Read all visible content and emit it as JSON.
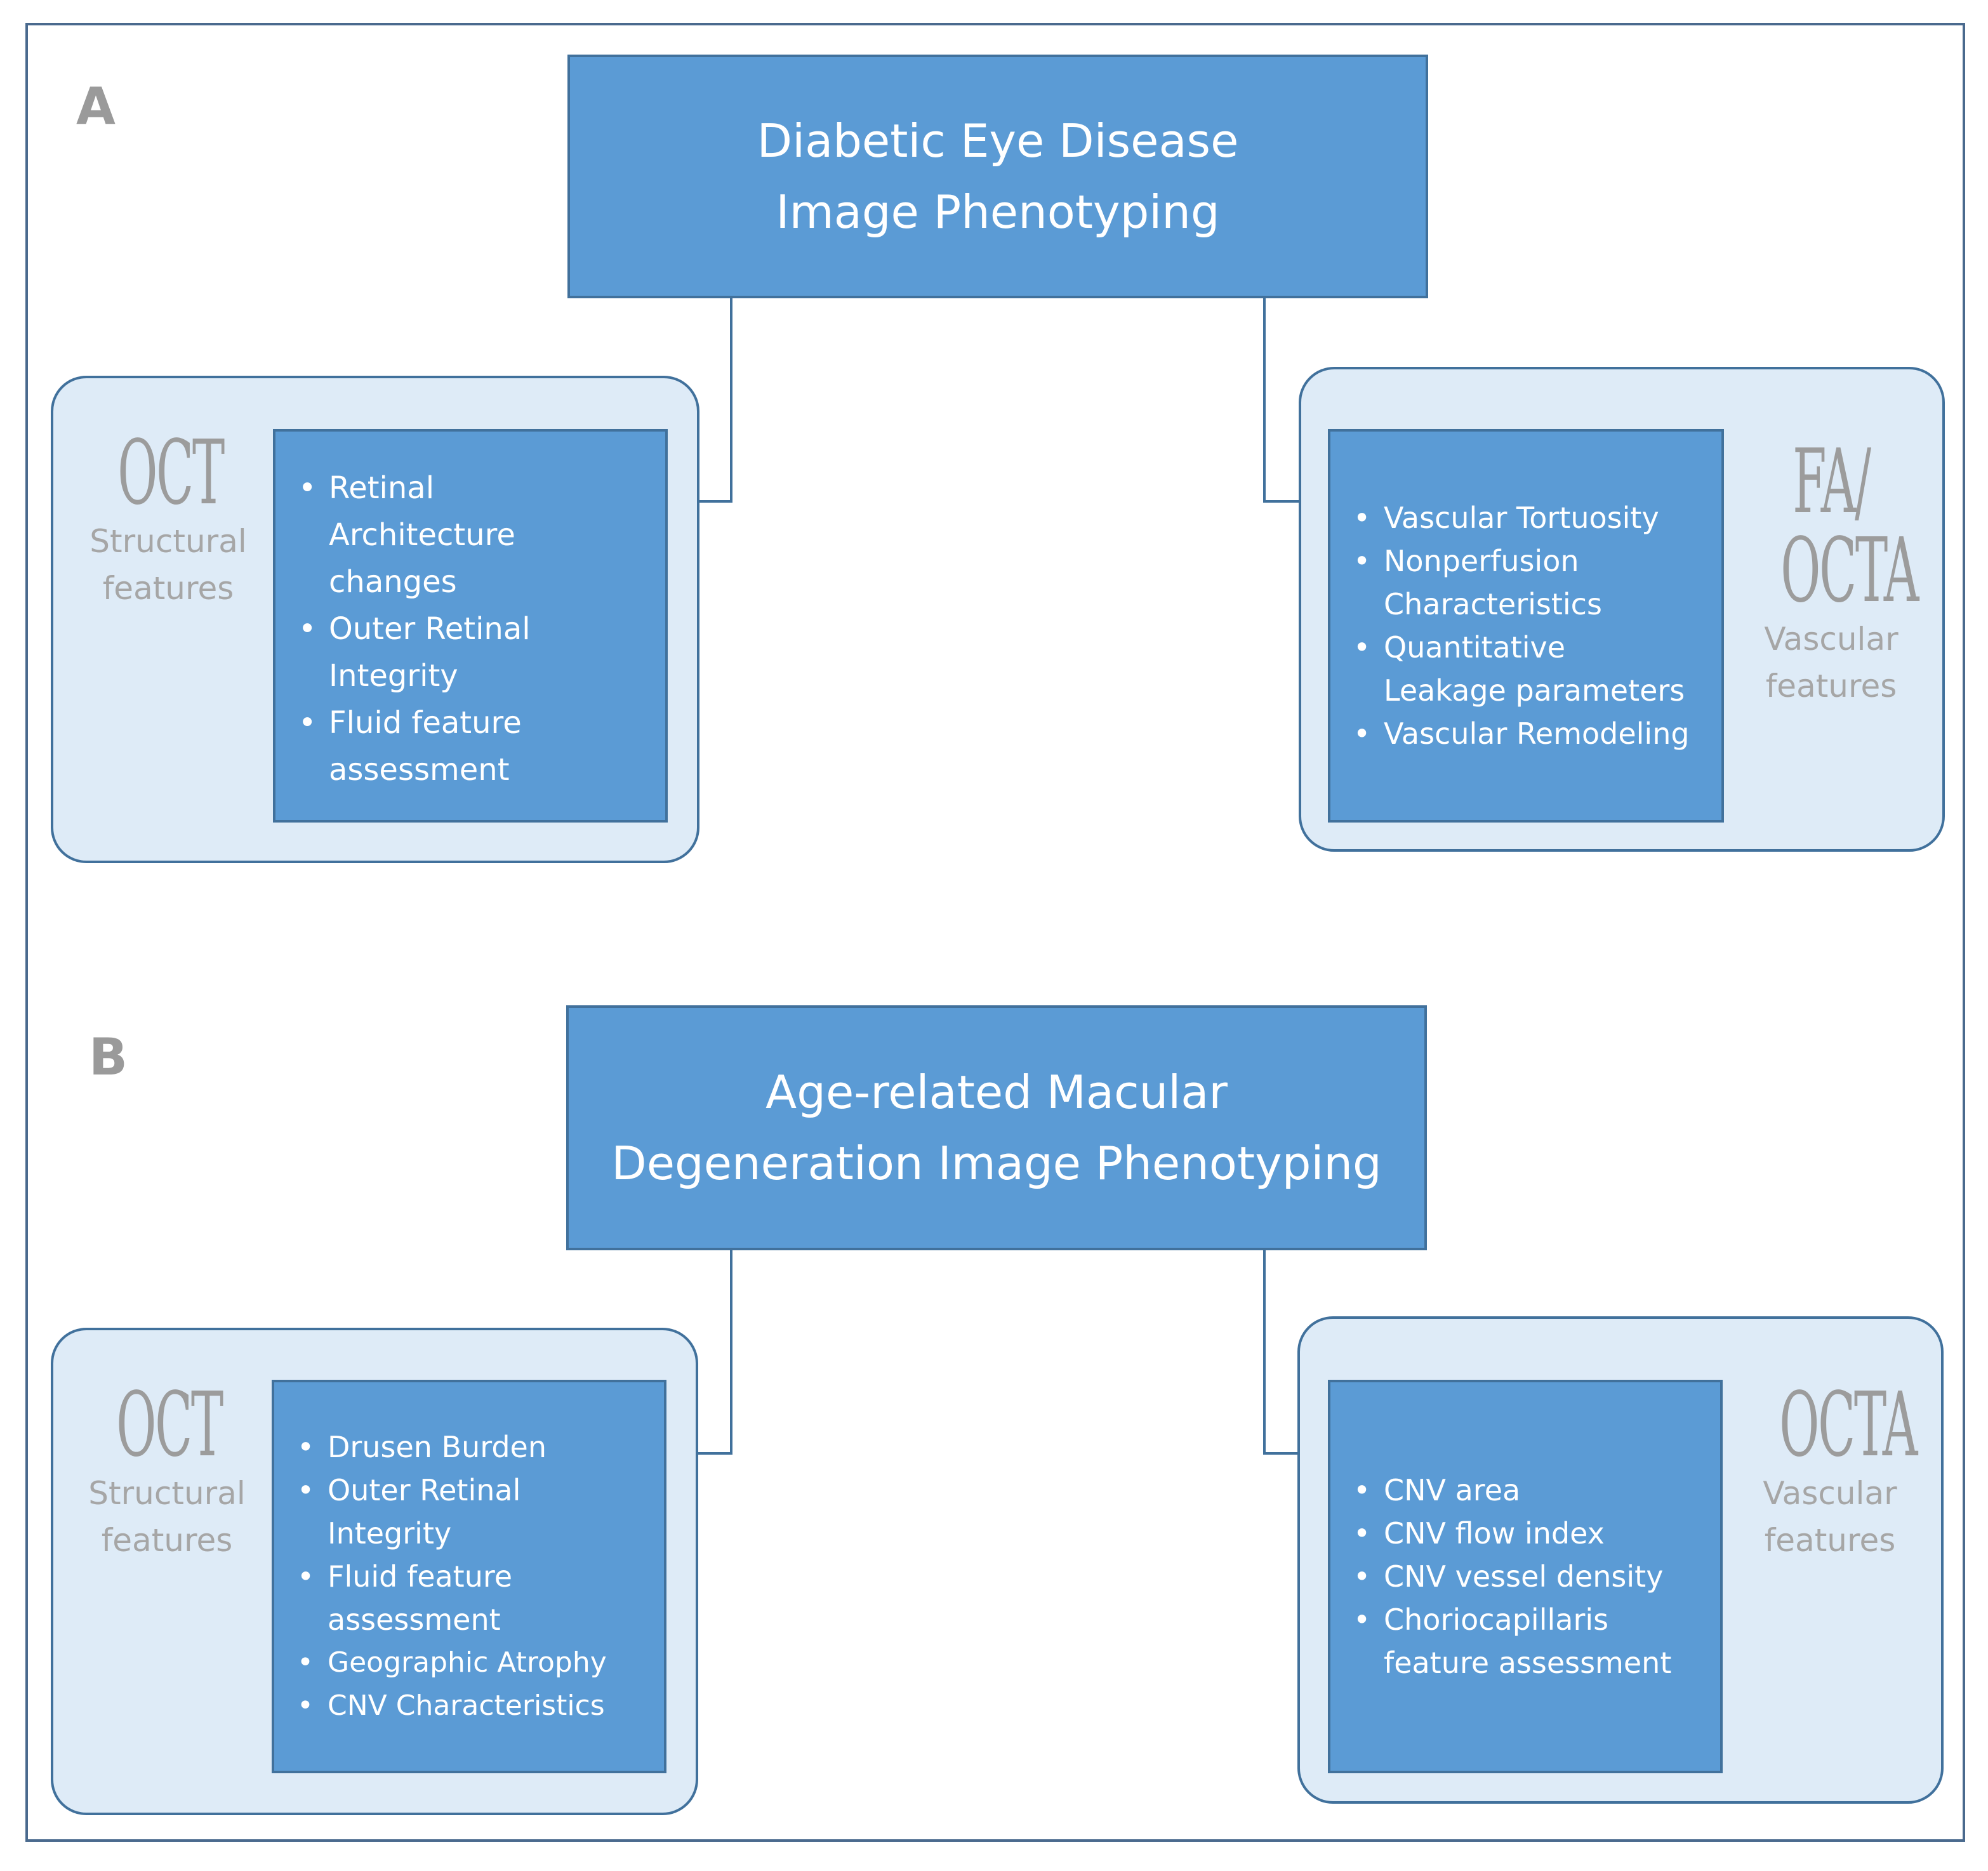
{
  "panels": [
    {
      "letter": "A",
      "title": [
        "Diabetic Eye Disease",
        "Image Phenotyping"
      ],
      "left": {
        "modality": "OCT",
        "subtitle": [
          "Structural",
          "features"
        ],
        "items": [
          "Retinal Architecture changes",
          "Outer Retinal Integrity",
          "Fluid feature assessment"
        ]
      },
      "right": {
        "modality": [
          "FA/",
          "OCTA"
        ],
        "subtitle": [
          "Vascular",
          "features"
        ],
        "items": [
          "Vascular Tortuosity",
          "Nonperfusion Characteristics",
          "Quantitative Leakage parameters",
          "Vascular Remodeling"
        ]
      }
    },
    {
      "letter": "B",
      "title": [
        "Age-related Macular",
        "Degeneration Image Phenotyping"
      ],
      "left": {
        "modality": "OCT",
        "subtitle": [
          "Structural",
          "features"
        ],
        "items": [
          "Drusen Burden",
          "Outer Retinal Integrity",
          "Fluid feature assessment",
          "Geographic Atrophy",
          "CNV Characteristics"
        ]
      },
      "right": {
        "modality": [
          "OCTA"
        ],
        "subtitle": [
          "Vascular",
          "features"
        ],
        "items": [
          "CNV area",
          "CNV flow index",
          "CNV vessel density",
          "Choriocapillaris feature assessment"
        ]
      }
    }
  ],
  "colors": {
    "title_fill": "#5b9bd5",
    "border": "#41719c",
    "group_fill": "#deebf7",
    "label_gray": "#9a9a9a"
  }
}
